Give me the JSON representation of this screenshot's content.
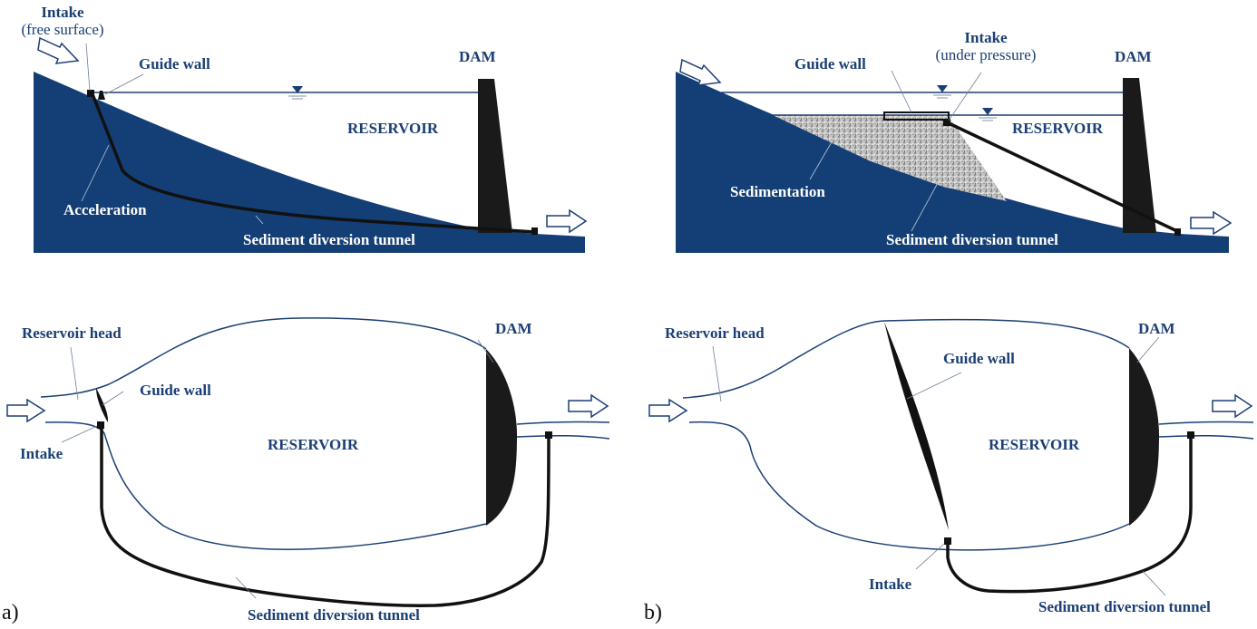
{
  "colors": {
    "ground": "#143f76",
    "label": "#1b3f74",
    "structure": "#1a1a1a",
    "sediment": "#b5b5b5"
  },
  "panel_a": {
    "id_label": "a)",
    "section": {
      "intake_title": "Intake",
      "intake_sub": "(free surface)",
      "guide_wall": "Guide wall",
      "dam": "DAM",
      "reservoir": "RESERVOIR",
      "acceleration": "Acceleration",
      "tunnel": "Sediment diversion tunnel"
    },
    "plan": {
      "reservoir_head": "Reservoir head",
      "guide_wall": "Guide wall",
      "intake": "Intake",
      "dam": "DAM",
      "reservoir": "RESERVOIR",
      "tunnel": "Sediment diversion tunnel"
    }
  },
  "panel_b": {
    "id_label": "b)",
    "section": {
      "guide_wall": "Guide wall",
      "intake_title": "Intake",
      "intake_sub": "(under pressure)",
      "dam": "DAM",
      "reservoir": "RESERVOIR",
      "sedimentation": "Sedimentation",
      "tunnel": "Sediment diversion tunnel"
    },
    "plan": {
      "reservoir_head": "Reservoir head",
      "guide_wall": "Guide wall",
      "intake": "Intake",
      "dam": "DAM",
      "reservoir": "RESERVOIR",
      "tunnel": "Sediment diversion tunnel"
    }
  }
}
